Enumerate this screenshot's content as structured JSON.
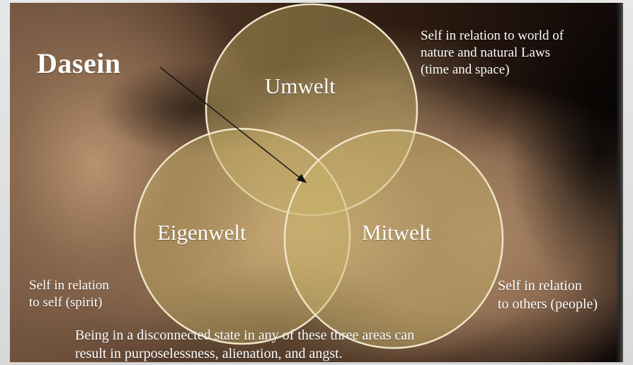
{
  "title": "Dasein",
  "circles": {
    "umwelt": "Umwelt",
    "eigenwelt": "Eigenwelt",
    "mitwelt": "Mitwelt"
  },
  "notes": {
    "umwelt": [
      "Self in relation to world of",
      "nature and  natural Laws",
      "(time and space)"
    ],
    "eigenwelt": [
      "Self in relation",
      "to self (spirit)"
    ],
    "mitwelt": [
      "Self in relation",
      "to others (people)"
    ],
    "footer": [
      "Being in a disconnected state in any of these three areas can",
      "result in  purposelessness, alienation, and angst."
    ]
  },
  "colors": {
    "circle_fill": "#c9b36a",
    "circle_stroke": "#efe6c8",
    "text": "#ffffff",
    "arrow": "#111111"
  }
}
